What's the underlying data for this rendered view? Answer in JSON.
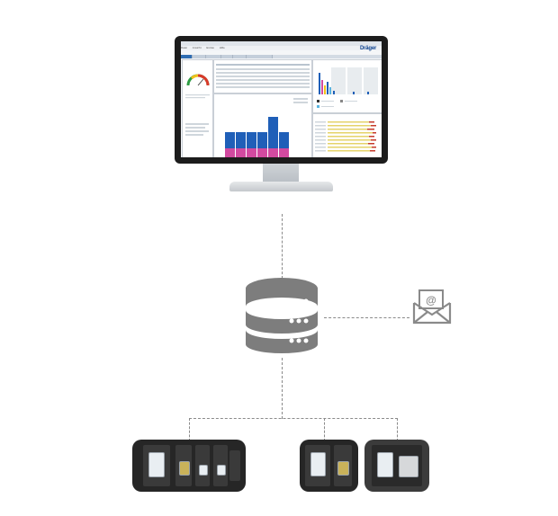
{
  "screen": {
    "brand": "Dräger",
    "menu_items": [
      "Datei",
      "Ansicht",
      "Extras",
      "Hilfe"
    ]
  },
  "colors": {
    "bar_blue": "#1f5fb8",
    "bar_magenta": "#d24aa0",
    "connector_gray": "#8a8a8a",
    "server_gray": "#7d7d7d"
  },
  "icons": {
    "database": "database-server-icon",
    "email": "email-envelope-icon"
  }
}
